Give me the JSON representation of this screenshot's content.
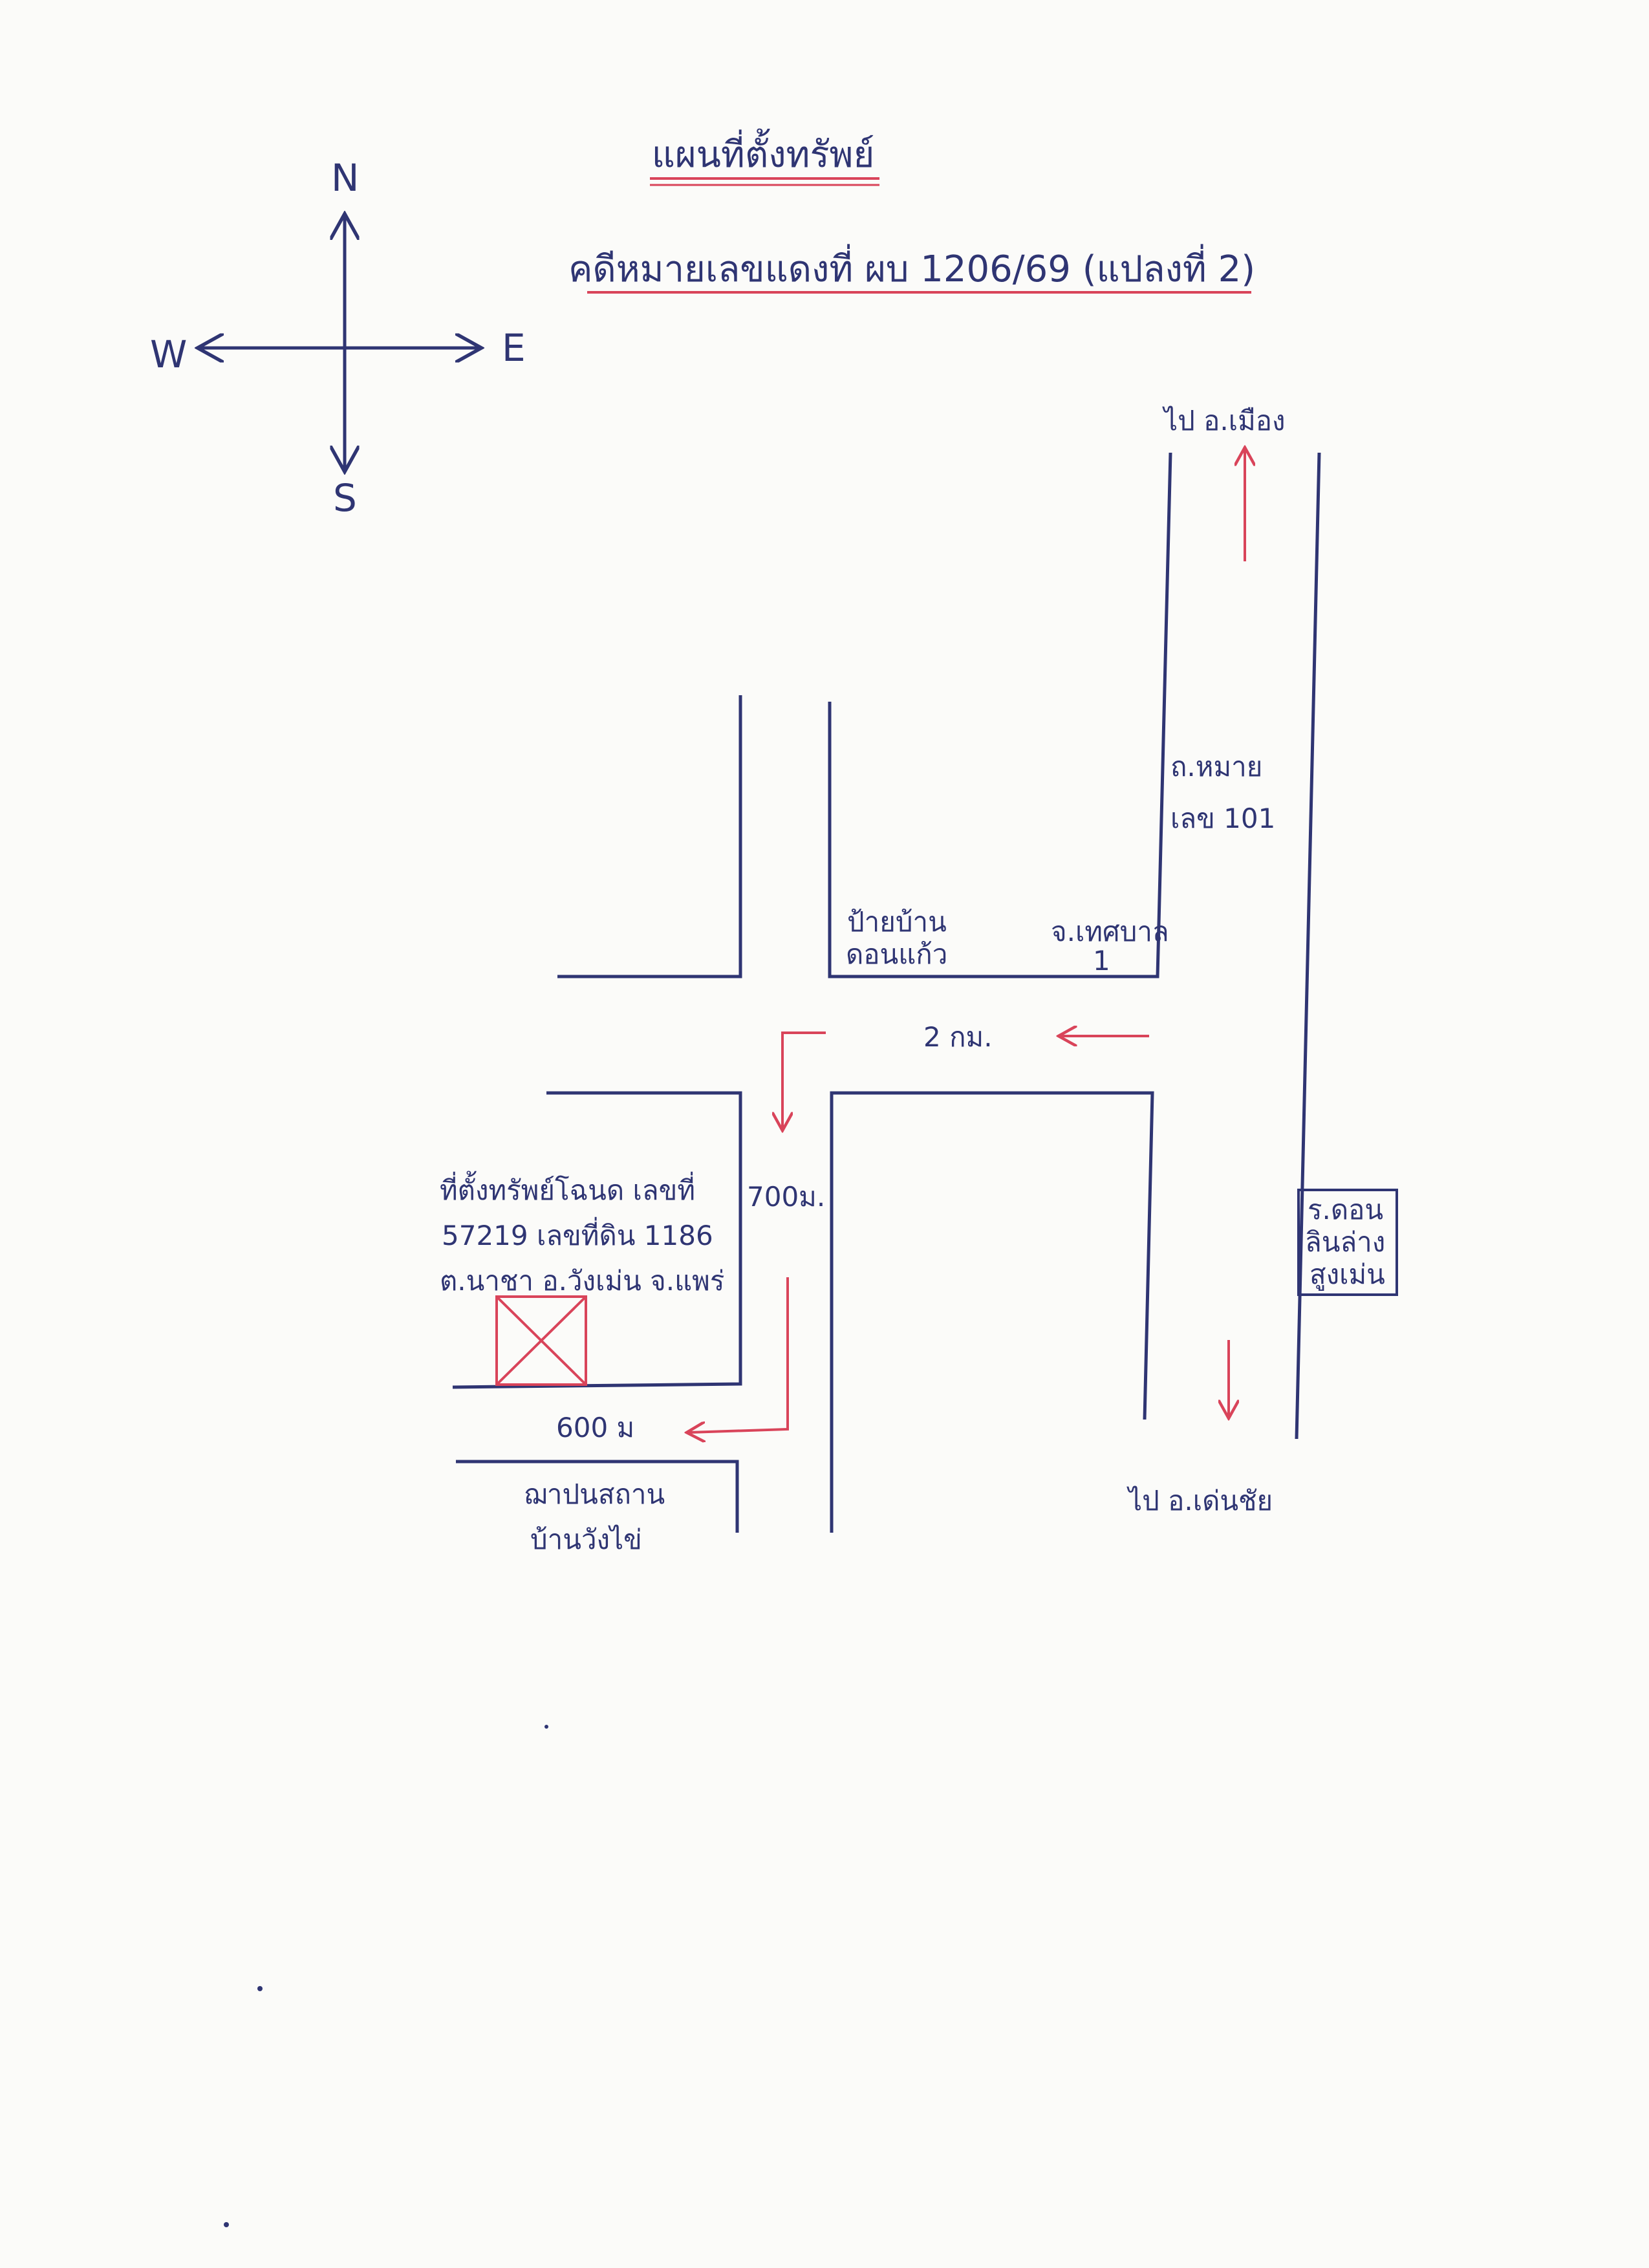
{
  "title": "แผนที่ตั้งทรัพย์",
  "case_line": "คดีหมายเลขแดงที่ ผบ 1206/69 (แปลงที่ 2)",
  "compass": {
    "n": "N",
    "s": "S",
    "e": "E",
    "w": "W"
  },
  "labels": {
    "to_north": "ไป อ.เมือง",
    "highway": "ถ.หมาย",
    "highway_no": "เลข 101",
    "bus_stop_1": "ป้ายบ้าน",
    "bus_stop_2": "ดอนแก้ว",
    "municipality_1": "จ.เทศบาล",
    "municipality_2": "1",
    "distance_2km": "2 กม.",
    "distance_700m": "700ม.",
    "property_1": "ที่ตั้งทรัพย์โฉนด เลขที่",
    "property_2": "57219 เลขที่ดิน 1186",
    "property_3": "ต.นาชา อ.วังเม่น จ.แพร่",
    "distance_600m": "600 ม",
    "school_1": "ฌาปนสถาน",
    "school_2": "บ้านวังไข่",
    "kiosk_1": "ร.ดอน",
    "kiosk_2": "ลินล่าง",
    "kiosk_3": "สูงเม่น",
    "to_south": "ไป อ.เด่นชัย"
  },
  "colors": {
    "ink": "#2f3573",
    "red": "#d9445a",
    "paper": "#fbfbf9"
  }
}
